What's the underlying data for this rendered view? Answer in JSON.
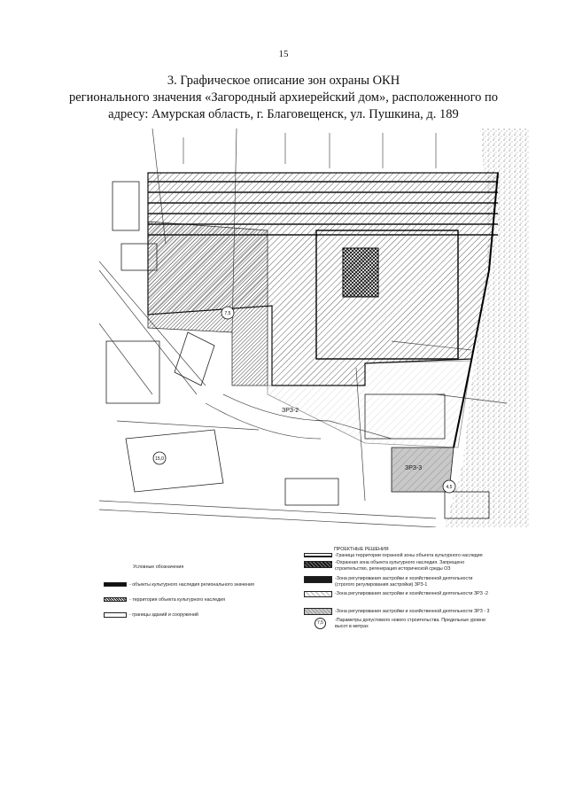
{
  "page": {
    "number": "15"
  },
  "title": {
    "line1": "3. Графическое описание зон охраны ОКН",
    "line2": "регионального значения «Загородный архиерейский дом», расположенного по",
    "line3": "адресу: Амурская область, г. Благовещенск, ул. Пушкина, д. 189"
  },
  "map": {
    "labels": {
      "zone_zrz2": "ЗРЗ-2",
      "zone_zrz3": "ЗРЗ-3",
      "height_marker_1": "7,5",
      "height_marker_2": "15,0",
      "height_marker_3": "4,5"
    }
  },
  "legend_left": {
    "heading": "Условные обозначения",
    "items": [
      {
        "text": "- объекты культурного наследия регионального значения"
      },
      {
        "text": "- территория объекта культурного наследия"
      },
      {
        "text": "- границы зданий и сооружений"
      }
    ]
  },
  "legend_right": {
    "heading": "ПРОЕКТНЫЕ РЕШЕНИЯ",
    "items": [
      {
        "lines": [
          "-Граница территории охранной зоны объекта культурного наследия"
        ]
      },
      {
        "lines": [
          "-Охранная зона объекта культурного наследия. Запрещено",
          "строительство, регенерация исторической среды ОЗ"
        ]
      },
      {
        "lines": [
          "-Зона регулирования застройки и хозяйственной деятельности",
          "(строгого регулирования застройки) ЗРЗ-1"
        ]
      },
      {
        "lines": [
          "-Зона регулирования застройки и хозяйственной деятельности ЗРЗ -2"
        ]
      },
      {
        "lines": [
          "-Зона регулирования застройки и хозяйственной деятельности ЗРЗ - 3"
        ]
      },
      {
        "marker": "7,5",
        "lines": [
          "-Параметры допустимого нового строительства. Предельные уровни",
          "высот в метрах"
        ]
      }
    ]
  }
}
